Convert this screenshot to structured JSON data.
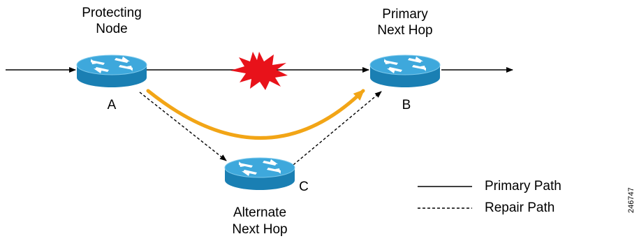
{
  "nodes": {
    "a": {
      "title_line1": "Protecting",
      "title_line2": "Node",
      "letter": "A"
    },
    "b": {
      "title_line1": "Primary",
      "title_line2": "Next Hop",
      "letter": "B"
    },
    "c": {
      "title_line1": "Alternate",
      "title_line2": "Next Hop",
      "letter": "C"
    }
  },
  "legend": {
    "primary": "Primary Path",
    "repair": "Repair Path"
  },
  "figure_id": "246747",
  "colors": {
    "router_fill": "#1f8fc4",
    "router_top": "#47b4e3",
    "router_arrows": "#ffffff",
    "repair_curve": "#f2a516",
    "failure_burst": "#e8121a",
    "line": "#000000"
  }
}
